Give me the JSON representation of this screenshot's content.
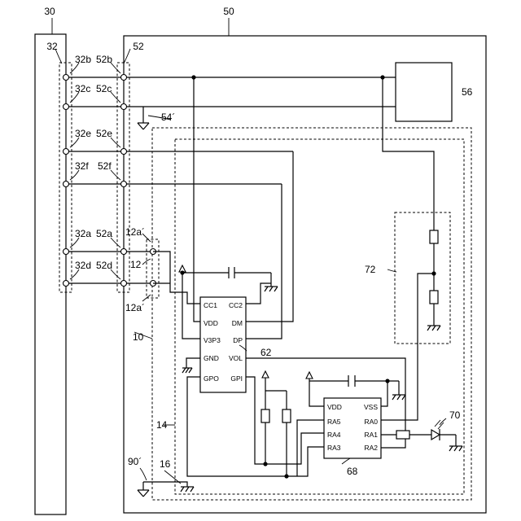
{
  "figure": {
    "refs": {
      "r30": "30",
      "r32": "32",
      "r50": "50",
      "r52": "52",
      "r54": "54´",
      "r56": "56",
      "r32b": "32b",
      "r52b": "52b",
      "r32c": "32c",
      "r52c": "52c",
      "r32e": "32e",
      "r52e": "52e",
      "r32f": "32f",
      "r52f": "52f",
      "r32a": "32a",
      "r52a": "52a",
      "r32d": "32d",
      "r52d": "52d",
      "r12a_top": "12a´",
      "r12": "12",
      "r12a_bot": "12a´",
      "r10": "10",
      "r14": "14",
      "r16": "16",
      "r90": "90´",
      "r62": "62",
      "r68": "68",
      "r70": "70",
      "r72": "72"
    },
    "chip62": {
      "cc1": "CC1",
      "cc2": "CC2",
      "vdd": "VDD",
      "dm": "DM",
      "v3p3": "V3P3",
      "dp": "DP",
      "gnd": "GND",
      "vol": "VOL",
      "gpo": "GPO",
      "gpi": "GPI"
    },
    "chip68": {
      "vdd": "VDD",
      "vss": "VSS",
      "ra5": "RA5",
      "ra0": "RA0",
      "ra4": "RA4",
      "ra1": "RA1",
      "ra3": "RA3",
      "ra2": "RA2"
    }
  }
}
